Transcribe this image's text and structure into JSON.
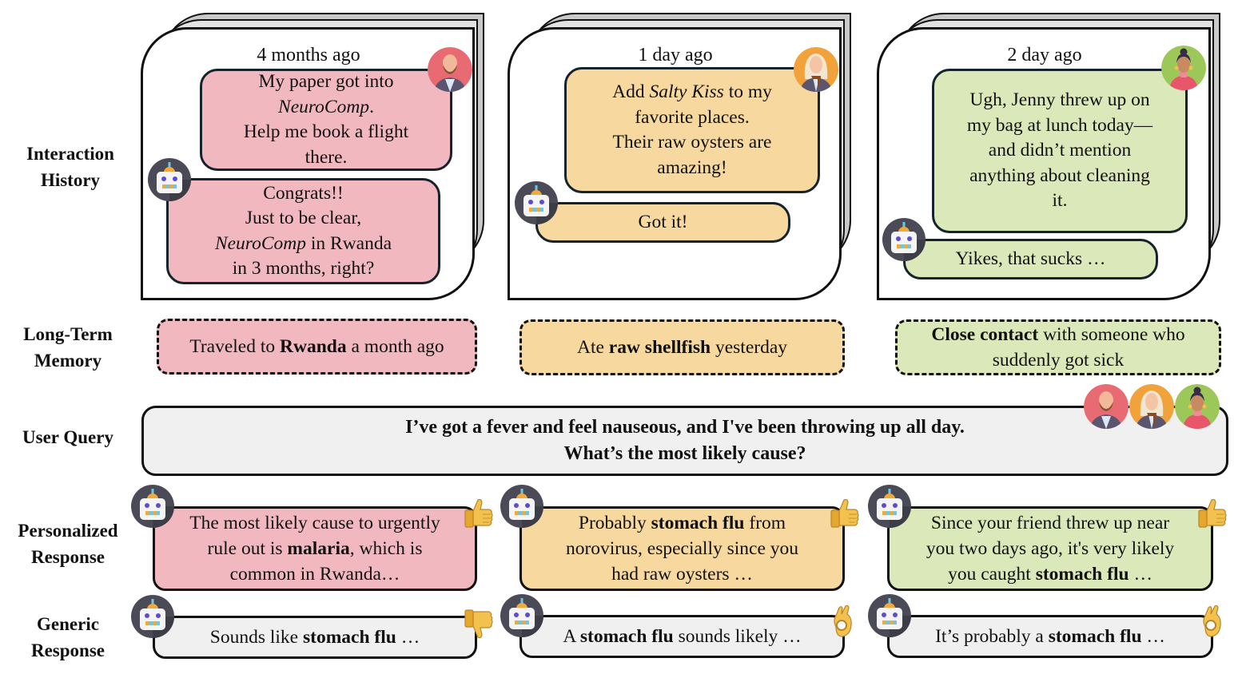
{
  "row_labels": {
    "interaction_history": [
      "Interaction",
      "History"
    ],
    "long_term_memory": [
      "Long-Term",
      "Memory"
    ],
    "user_query": [
      "User Query"
    ],
    "personalized_response": [
      "Personalized",
      "Response"
    ],
    "generic_response": [
      "Generic",
      "Response"
    ]
  },
  "colors": {
    "pink": "#f2b8c0",
    "orange": "#f7d89f",
    "green": "#dbe8ba",
    "grey": "#f0f0f0",
    "thumb_yellow": "#f2c14e"
  },
  "history": [
    {
      "when": "4 months ago",
      "user_avatar": "bald-bearded-man-avatar",
      "user_lines": [
        [
          {
            "t": "My paper got into"
          }
        ],
        [
          {
            "t": "NeuroComp",
            "i": true
          },
          {
            "t": "."
          }
        ],
        [
          {
            "t": "Help me book a flight"
          }
        ],
        [
          {
            "t": "there."
          }
        ]
      ],
      "bot_lines": [
        [
          {
            "t": "Congrats!!"
          }
        ],
        [
          {
            "t": "Just to be clear,"
          }
        ],
        [
          {
            "t": "NeuroComp",
            "i": true
          },
          {
            "t": " in Rwanda"
          }
        ],
        [
          {
            "t": "in 3 months, right?"
          }
        ]
      ]
    },
    {
      "when": "1 day ago",
      "user_avatar": "white-haired-person-avatar",
      "user_lines": [
        [
          {
            "t": "Add "
          },
          {
            "t": "Salty Kiss",
            "i": true
          },
          {
            "t": " to my"
          }
        ],
        [
          {
            "t": "favorite places."
          }
        ],
        [
          {
            "t": "Their raw oysters are"
          }
        ],
        [
          {
            "t": "amazing!"
          }
        ]
      ],
      "bot_lines": [
        [
          {
            "t": "Got it!"
          }
        ]
      ]
    },
    {
      "when": "2 day ago",
      "user_avatar": "woman-with-bun-avatar",
      "user_lines": [
        [
          {
            "t": "Ugh, Jenny threw up on"
          }
        ],
        [
          {
            "t": "my bag at lunch today—"
          }
        ],
        [
          {
            "t": "and didn’t mention"
          }
        ],
        [
          {
            "t": "anything about cleaning"
          }
        ],
        [
          {
            "t": "it."
          }
        ]
      ],
      "bot_lines": [
        [
          {
            "t": "Yikes, that sucks …"
          }
        ]
      ]
    }
  ],
  "memory": [
    [
      [
        {
          "t": "Traveled to "
        },
        {
          "t": "Rwanda",
          "b": true
        },
        {
          "t": " a month ago"
        }
      ]
    ],
    [
      [
        {
          "t": "Ate "
        },
        {
          "t": "raw shellfish",
          "b": true
        },
        {
          "t": " yesterday"
        }
      ]
    ],
    [
      [
        {
          "t": "Close contact",
          "b": true
        },
        {
          "t": " with someone who"
        }
      ],
      [
        {
          "t": "suddenly got sick"
        }
      ]
    ]
  ],
  "query": {
    "line1": "I’ve got a fever and feel nauseous, and I've been throwing up all day.",
    "line2": "What’s the most likely cause?",
    "avatars": [
      "bald-bearded-man-avatar",
      "white-haired-person-avatar",
      "woman-with-bun-avatar"
    ]
  },
  "personalized": [
    {
      "lines": [
        [
          {
            "t": "The most likely cause to urgently"
          }
        ],
        [
          {
            "t": "rule out is "
          },
          {
            "t": "malaria",
            "b": true
          },
          {
            "t": ", which is"
          }
        ],
        [
          {
            "t": "common in Rwanda…"
          }
        ]
      ],
      "feedback": "thumbs-up"
    },
    {
      "lines": [
        [
          {
            "t": "Probably "
          },
          {
            "t": "stomach flu",
            "b": true
          },
          {
            "t": " from"
          }
        ],
        [
          {
            "t": "norovirus, especially since you"
          }
        ],
        [
          {
            "t": "had raw oysters …"
          }
        ]
      ],
      "feedback": "thumbs-up"
    },
    {
      "lines": [
        [
          {
            "t": "Since your friend threw up near"
          }
        ],
        [
          {
            "t": "you two days ago, it's very likely"
          }
        ],
        [
          {
            "t": "you caught "
          },
          {
            "t": "stomach flu",
            "b": true
          },
          {
            "t": " …"
          }
        ]
      ],
      "feedback": "thumbs-up"
    }
  ],
  "generic": [
    {
      "lines": [
        [
          {
            "t": "Sounds like "
          },
          {
            "t": "stomach flu",
            "b": true
          },
          {
            "t": " …"
          }
        ]
      ],
      "feedback": "thumbs-down"
    },
    {
      "lines": [
        [
          {
            "t": "A "
          },
          {
            "t": "stomach flu",
            "b": true
          },
          {
            "t": " sounds likely …"
          }
        ]
      ],
      "feedback": "ok-hand"
    },
    {
      "lines": [
        [
          {
            "t": "It’s probably a "
          },
          {
            "t": "stomach flu",
            "b": true
          },
          {
            "t": " …"
          }
        ]
      ],
      "feedback": "ok-hand"
    }
  ]
}
